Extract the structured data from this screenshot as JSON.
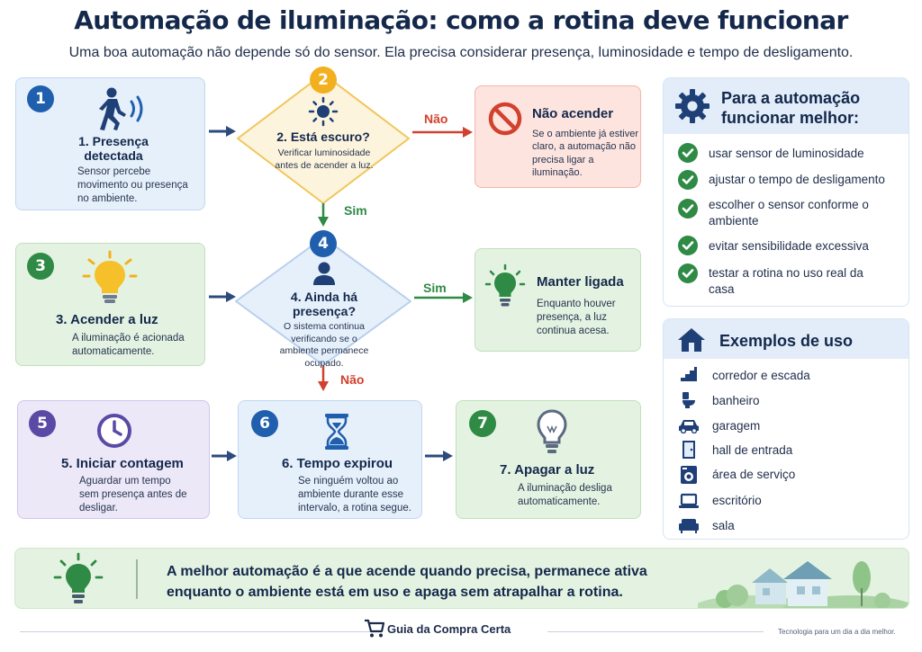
{
  "title": "Automação de iluminação: como a rotina deve funcionar",
  "subtitle": "Uma boa automação não depende só do sensor. Ela precisa considerar presença, luminosidade e tempo de desligamento.",
  "steps": {
    "s1": {
      "num": "1",
      "title": "1. Presença detectada",
      "text": "Sensor percebe movimento ou presença no ambiente.",
      "icon": "walking-person-motion-icon"
    },
    "s2": {
      "num": "2",
      "title": "2. Está escuro?",
      "text": "Verificar luminosidade antes de acender a luz.",
      "icon": "sun-icon"
    },
    "no_light": {
      "title": "Não acender",
      "text": "Se o ambiente já estiver claro, a automação não precisa ligar a iluminação.",
      "icon": "prohibited-icon"
    },
    "s3": {
      "num": "3",
      "title": "3. Acender a luz",
      "text": "A iluminação é acionada automaticamente.",
      "icon": "lit-bulb-icon"
    },
    "s4": {
      "num": "4",
      "title": "4. Ainda há presença?",
      "text": "O sistema continua verificando se o ambiente permanece ocupado.",
      "icon": "person-icon"
    },
    "keep_on": {
      "title": "Manter ligada",
      "text": "Enquanto houver presença, a luz continua acesa.",
      "icon": "green-bulb-icon"
    },
    "s5": {
      "num": "5",
      "title": "5. Iniciar contagem",
      "text": "Aguardar um tempo sem presença antes de desligar.",
      "icon": "clock-icon"
    },
    "s6": {
      "num": "6",
      "title": "6. Tempo expirou",
      "text": "Se ninguém voltou ao ambiente durante esse intervalo, a rotina segue.",
      "icon": "hourglass-icon"
    },
    "s7": {
      "num": "7",
      "title": "7. Apagar a luz",
      "text": "A iluminação desliga automaticamente.",
      "icon": "off-bulb-icon"
    }
  },
  "labels": {
    "no": "Não",
    "yes": "Sim"
  },
  "tips": {
    "title_line1": "Para a automação",
    "title_line2": "funcionar melhor:",
    "icon": "gear-icon",
    "items": [
      {
        "text": "usar sensor de luminosidade"
      },
      {
        "text": "ajustar o tempo de desligamento"
      },
      {
        "text": "escolher o sensor conforme o ambiente"
      },
      {
        "text": "evitar sensibilidade excessiva"
      },
      {
        "text": "testar a rotina no uso real da casa"
      }
    ]
  },
  "examples": {
    "title": "Exemplos de uso",
    "icon": "house-icon",
    "items": [
      {
        "text": "corredor e escada",
        "icon": "stairs-icon"
      },
      {
        "text": "banheiro",
        "icon": "toilet-icon"
      },
      {
        "text": "garagem",
        "icon": "car-icon"
      },
      {
        "text": "hall de entrada",
        "icon": "door-icon"
      },
      {
        "text": "área de serviço",
        "icon": "washing-machine-icon"
      },
      {
        "text": "escritório",
        "icon": "laptop-icon"
      },
      {
        "text": "sala",
        "icon": "sofa-icon"
      }
    ]
  },
  "banner": {
    "text": "A melhor automação é a que acende quando precisa, permanece ativa enquanto o ambiente está em uso e apaga sem atrapalhar a rotina."
  },
  "footer": {
    "brand": "Guia da Compra Certa",
    "tagline": "Tecnologia para um dia a dia melhor."
  },
  "colors": {
    "blue": "#1f5fae",
    "green": "#2f8a45",
    "red": "#d2412d",
    "purple": "#5a4aa6",
    "yellow": "#f2b01e",
    "navy": "#14284b"
  }
}
